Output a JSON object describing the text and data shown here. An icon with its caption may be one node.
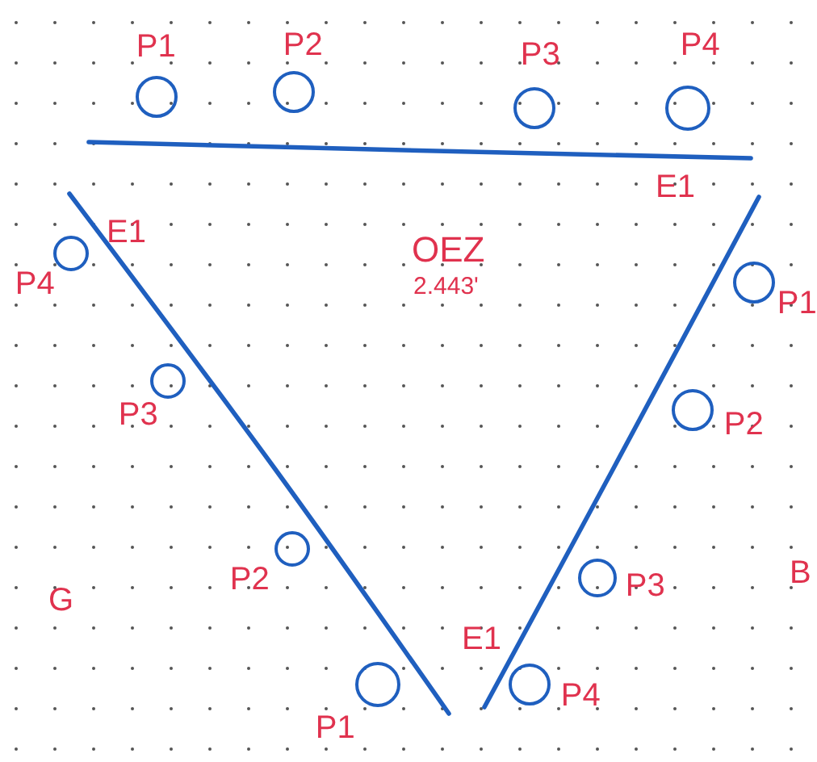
{
  "diagram": {
    "nodes": [
      {
        "text": [],
        "shape": "circle",
        "beside": [
          "P2"
        ]
      },
      {
        "text": [],
        "shape": "circle",
        "beside": [
          "P1"
        ]
      },
      {
        "text": [],
        "shape": "circle",
        "beside": [
          "P3"
        ]
      },
      {
        "text": [],
        "shape": "circle",
        "beside": [
          "P4"
        ]
      },
      {
        "text": [],
        "shape": "circle",
        "beside": [
          "P4"
        ]
      },
      {
        "text": [],
        "shape": "circle",
        "beside": [
          "P1"
        ]
      },
      {
        "text": [],
        "shape": "circle",
        "beside": [
          "P3"
        ]
      },
      {
        "text": [],
        "shape": "circle",
        "beside": [
          "P2"
        ]
      },
      {
        "text": [],
        "shape": "circle",
        "beside": [
          "P2"
        ]
      },
      {
        "text": [],
        "shape": "circle",
        "beside": [
          "P3"
        ]
      },
      {
        "text": [],
        "shape": "circle",
        "beside": [
          "P4"
        ]
      },
      {
        "text": [],
        "shape": "circle",
        "beside": [
          "P1"
        ]
      }
    ],
    "labels": [
      "E1",
      "E1",
      "OEZ",
      "2.443'",
      "G",
      "B",
      "E1"
    ]
  }
}
